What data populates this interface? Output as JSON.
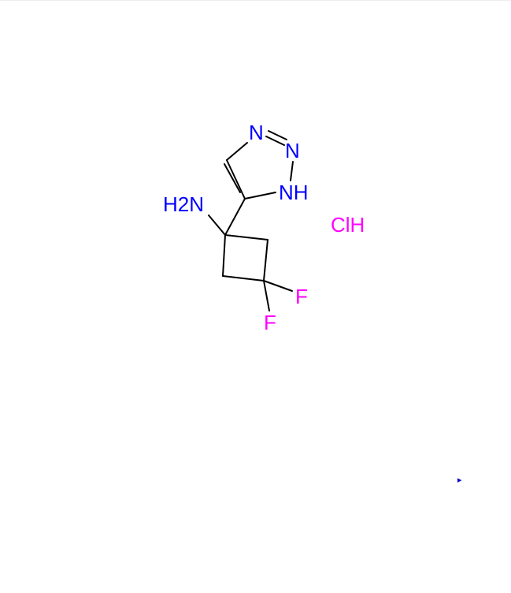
{
  "colors": {
    "nitrogen": "#0000ff",
    "halogen": "#ff00ff",
    "bond": "#000000",
    "marker": "#0000cc"
  },
  "atoms": {
    "amine": "H2N",
    "triazole_n_top": "N",
    "triazole_n_right": "N",
    "triazole_nh": "NH",
    "fluorine_1": "F",
    "fluorine_2": "F",
    "salt": "ClH"
  },
  "marker": {
    "icon": "play-triangle-icon",
    "glyph": "▸"
  }
}
